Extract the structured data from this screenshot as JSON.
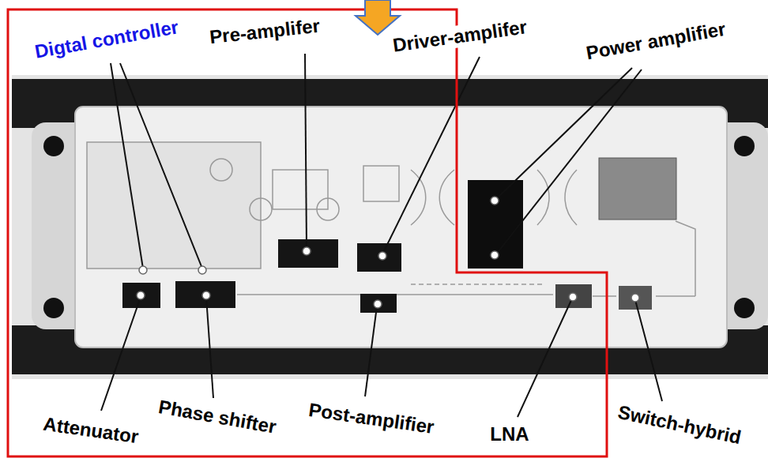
{
  "diagram": {
    "labels": [
      "Digtal controller",
      "Pre-amplifer",
      "Driver-amplifer",
      "Power amplifier",
      "Attenuator",
      "Phase shifter",
      "Post-amplifier",
      "LNA",
      "Switch-hybrid"
    ]
  }
}
